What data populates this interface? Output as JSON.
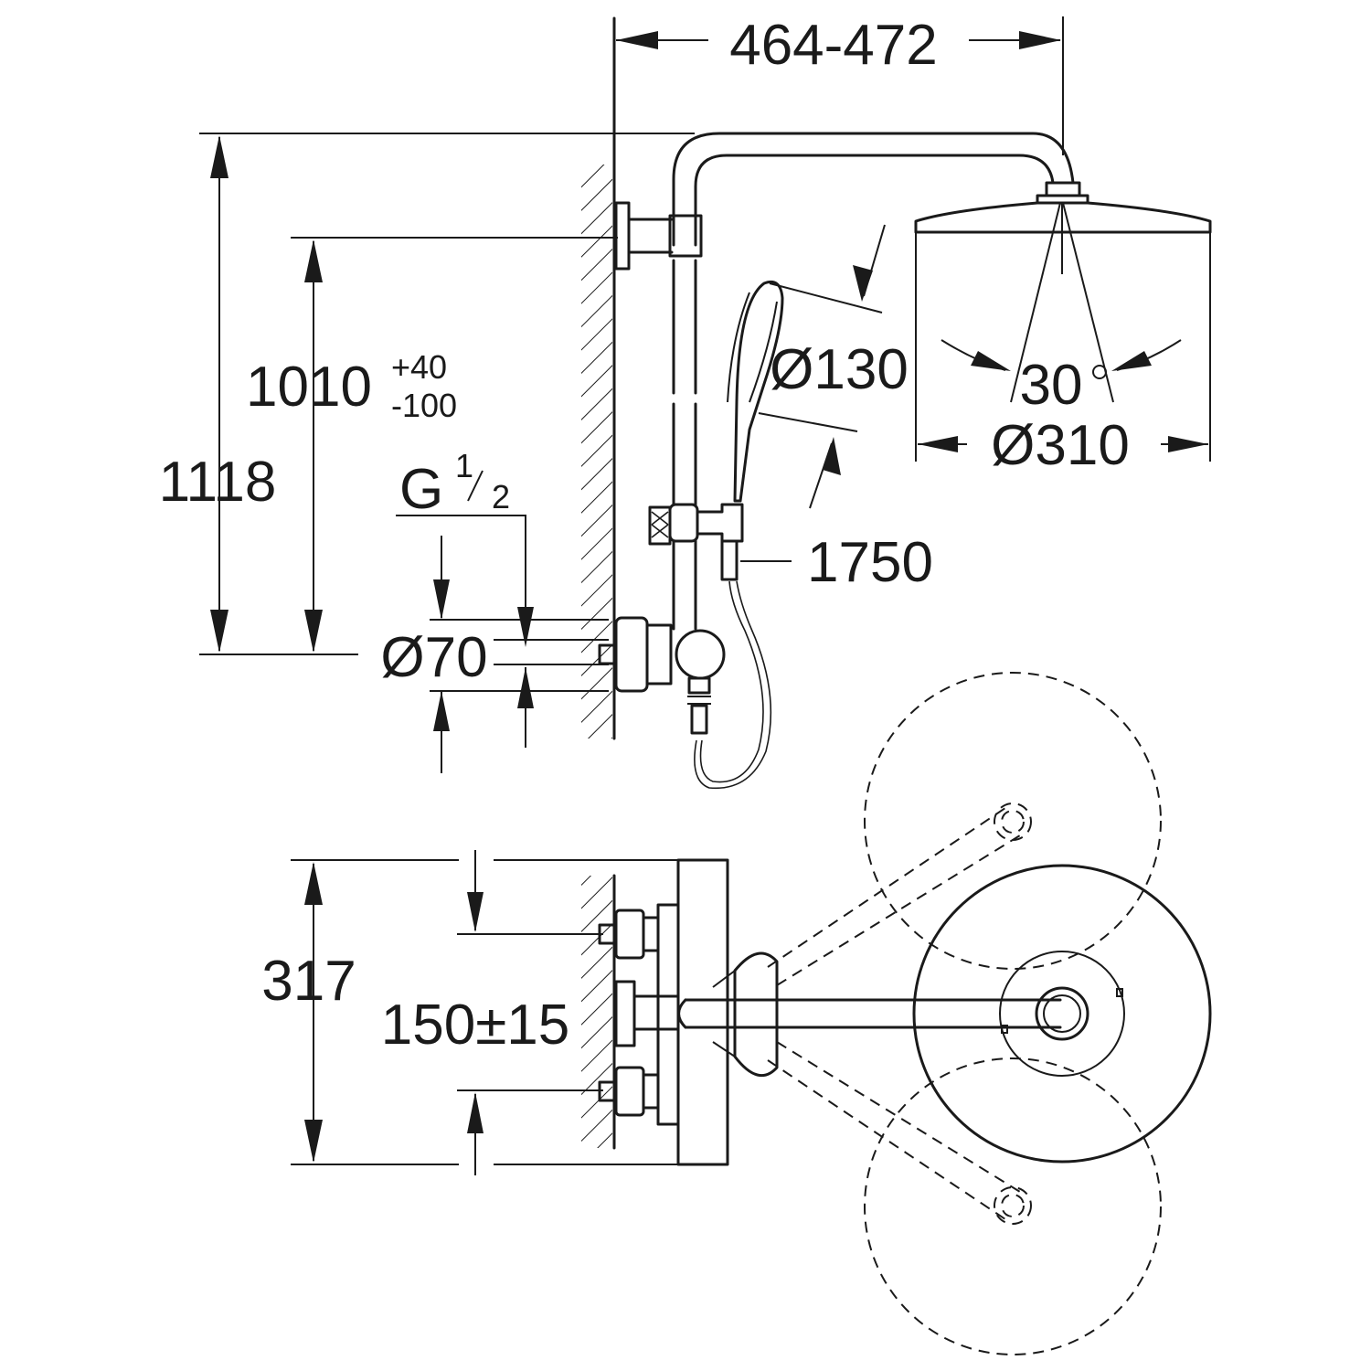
{
  "dimensions": {
    "width_range": "464-472",
    "total_height": "1118",
    "mount_height": "1010",
    "tol_plus": "+40",
    "tol_minus": "-100",
    "thread_g": "G",
    "thread_num": "1",
    "thread_den": "2",
    "mixer_diameter": "Ø70",
    "hand_shower_diameter": "Ø130",
    "hose_length": "1750",
    "swivel_angle": "30",
    "head_diameter": "Ø310",
    "plan_depth": "317",
    "inlet_spacing": "150±15"
  },
  "colors": {
    "line": "#1a1a1a",
    "background": "#ffffff"
  }
}
